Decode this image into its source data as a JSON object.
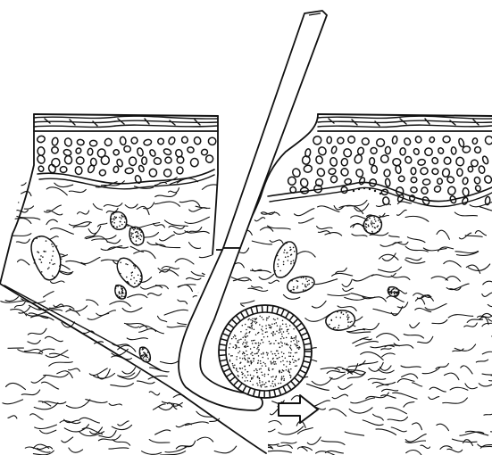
{
  "illustration": {
    "ink_color": "#111111",
    "background_color": "#ffffff",
    "arrow_direction": "right",
    "parts": [
      "epidermis-layer",
      "dermis-layer",
      "subcutaneous-tissue",
      "instrument-shaft",
      "round-vessel-structure",
      "direction-arrow"
    ]
  }
}
